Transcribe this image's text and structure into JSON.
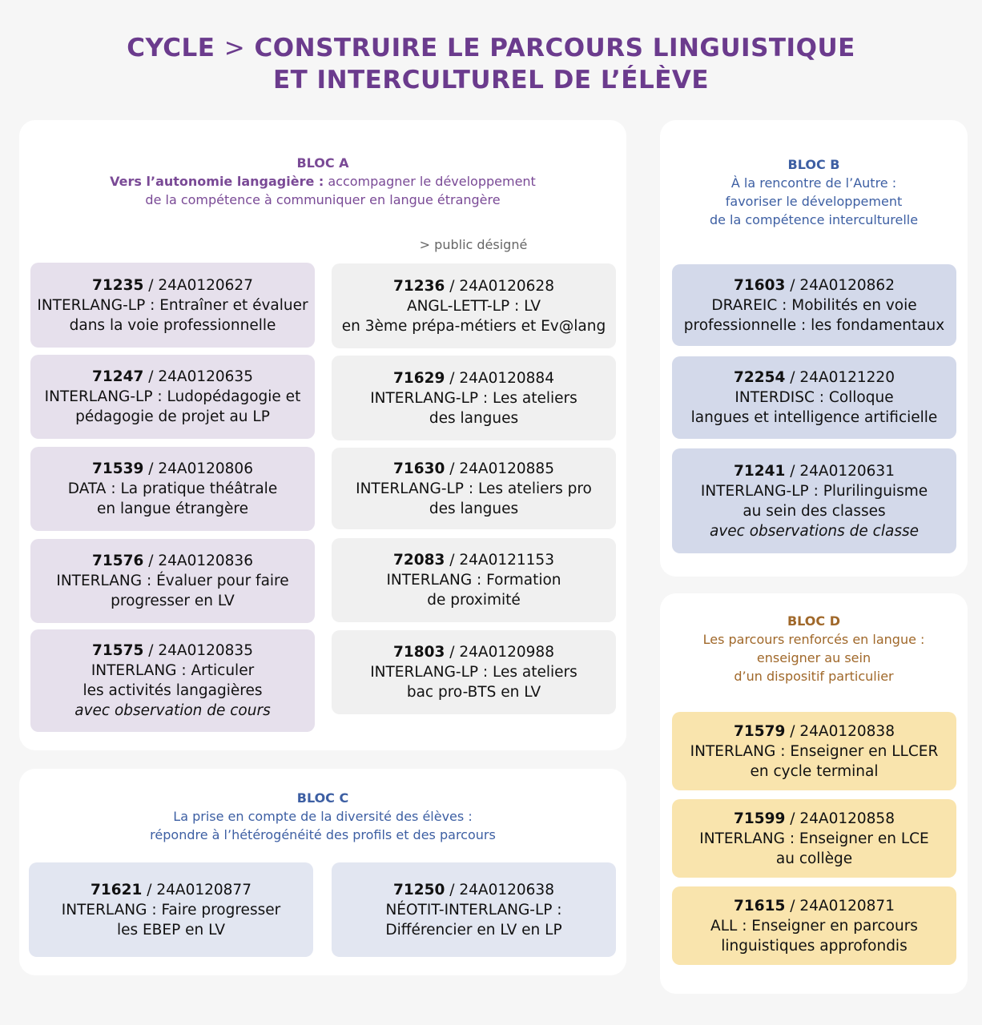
{
  "title": {
    "line1_a": "CYCLE ",
    "line1_gt": ">",
    "line1_b": " CONSTRUIRE LE PARCOURS LINGUISTIQUE",
    "line2": "ET INTERCULTUREL DE L’ÉLÈVE"
  },
  "bloc_a": {
    "label": "BLOC A",
    "subtitle_bold": "Vers l’autonomie langagière :",
    "subtitle_rest": " accompagner le développement",
    "subtitle_line2": "de la compétence à communiquer  en langue étrangère",
    "public_note": "> public désigné",
    "left_cards": [
      {
        "num": "71235",
        "code": " / 24A0120627",
        "lines": [
          "INTERLANG-LP : Entraîner et évaluer",
          "dans la voie professionnelle"
        ],
        "italic": ""
      },
      {
        "num": "71247",
        "code": " / 24A0120635",
        "lines": [
          "INTERLANG-LP : Ludopédagogie et",
          "pédagogie de projet au LP"
        ],
        "italic": ""
      },
      {
        "num": "71539",
        "code": " / 24A0120806",
        "lines": [
          "DATA : La pratique théâtrale",
          "en langue étrangère"
        ],
        "italic": ""
      },
      {
        "num": "71576",
        "code": " / 24A0120836",
        "lines": [
          "INTERLANG : Évaluer pour faire",
          "progresser en LV"
        ],
        "italic": ""
      },
      {
        "num": "71575",
        "code": " / 24A0120835",
        "lines": [
          "INTERLANG : Articuler",
          "les activités langagières"
        ],
        "italic": "avec observation de cours"
      }
    ],
    "right_cards": [
      {
        "num": "71236",
        "code": " / 24A0120628",
        "lines": [
          "ANGL-LETT-LP : LV",
          "en 3ème prépa-métiers et Ev@lang"
        ],
        "italic": ""
      },
      {
        "num": "71629",
        "code": " / 24A0120884",
        "lines": [
          "INTERLANG-LP : Les ateliers",
          "des langues"
        ],
        "italic": ""
      },
      {
        "num": "71630",
        "code": " / 24A0120885",
        "lines": [
          "INTERLANG-LP : Les ateliers pro",
          "des langues"
        ],
        "italic": ""
      },
      {
        "num": "72083",
        "code": " / 24A0121153",
        "lines": [
          "INTERLANG : Formation",
          "de proximité"
        ],
        "italic": ""
      },
      {
        "num": "71803",
        "code": " / 24A0120988",
        "lines": [
          "INTERLANG-LP : Les ateliers",
          "bac pro-BTS en LV"
        ],
        "italic": ""
      }
    ]
  },
  "bloc_b": {
    "label": "BLOC B",
    "subtitle_bold": "À la rencontre de l’Autre :",
    "subtitle_line2": "favoriser le développement",
    "subtitle_line3": "de la compétence interculturelle",
    "cards": [
      {
        "num": "71603",
        "code": " / 24A0120862",
        "lines": [
          "DRAREIC : Mobilités en voie",
          "professionnelle :  les fondamentaux"
        ],
        "italic": ""
      },
      {
        "num": "72254",
        "code": " / 24A0121220",
        "lines": [
          "INTERDISC : Colloque",
          "langues et intelligence artificielle"
        ],
        "italic": ""
      },
      {
        "num": "71241",
        "code": " / 24A0120631",
        "lines": [
          "INTERLANG-LP : Plurilinguisme",
          "au sein des classes"
        ],
        "italic": "avec observations de classe"
      }
    ]
  },
  "bloc_c": {
    "label": "BLOC C",
    "subtitle_bold": "La prise en compte de la diversité des élèves :",
    "subtitle_line2": "répondre à l’hétérogénéité des profils et des parcours",
    "cards": [
      {
        "num": "71621",
        "code": " / 24A0120877",
        "lines": [
          "INTERLANG : Faire progresser",
          "les EBEP en LV"
        ],
        "italic": ""
      },
      {
        "num": "71250",
        "code": " / 24A0120638",
        "lines": [
          "NÉOTIT-INTERLANG-LP :",
          "Différencier en LV en LP"
        ],
        "italic": ""
      }
    ]
  },
  "bloc_d": {
    "label": "BLOC D",
    "subtitle_bold": "Les parcours renforcés en langue :",
    "subtitle_line2": "enseigner au sein",
    "subtitle_line3": "d’un dispositif  particulier",
    "cards": [
      {
        "num": "71579",
        "code": " / 24A0120838",
        "lines": [
          "INTERLANG : Enseigner en LLCER",
          "en cycle terminal"
        ],
        "italic": ""
      },
      {
        "num": "71599",
        "code": " / 24A0120858",
        "lines": [
          "INTERLANG : Enseigner en LCE",
          "au collège"
        ],
        "italic": ""
      },
      {
        "num": "71615",
        "code": " / 24A0120871",
        "lines": [
          "ALL : Enseigner en parcours",
          "linguistiques approfondis"
        ],
        "italic": ""
      }
    ]
  }
}
